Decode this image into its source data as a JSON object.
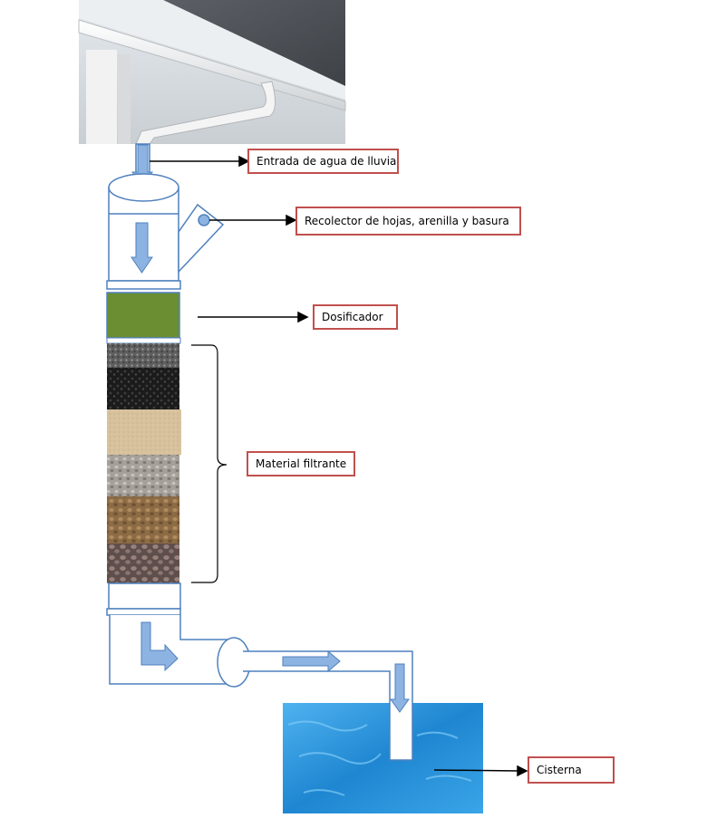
{
  "labels": {
    "entrada": "Entrada de agua de lluvia",
    "recolector": "Recolector de hojas, arenilla  y basura",
    "dosificador": "Dosificador",
    "material": "Material filtrante",
    "cisterna": "Cisterna"
  },
  "layers": [
    {
      "name": "grava-fina-gris",
      "color": "#6b6b6b"
    },
    {
      "name": "carbon-activado",
      "color": "#1f1f1f"
    },
    {
      "name": "arena",
      "color": "#d8c29e"
    },
    {
      "name": "grava-gris",
      "color": "#a8a39a"
    },
    {
      "name": "grava-cafe",
      "color": "#9a7a52"
    },
    {
      "name": "piedra-rojiza",
      "color": "#7a6460"
    }
  ],
  "colors": {
    "pipe_outline": "#4f81bd",
    "arrow_fill": "#8db3e2",
    "label_border": "#c0504d",
    "dosificador": "#6b8e33",
    "water": "#2b8fd6"
  }
}
